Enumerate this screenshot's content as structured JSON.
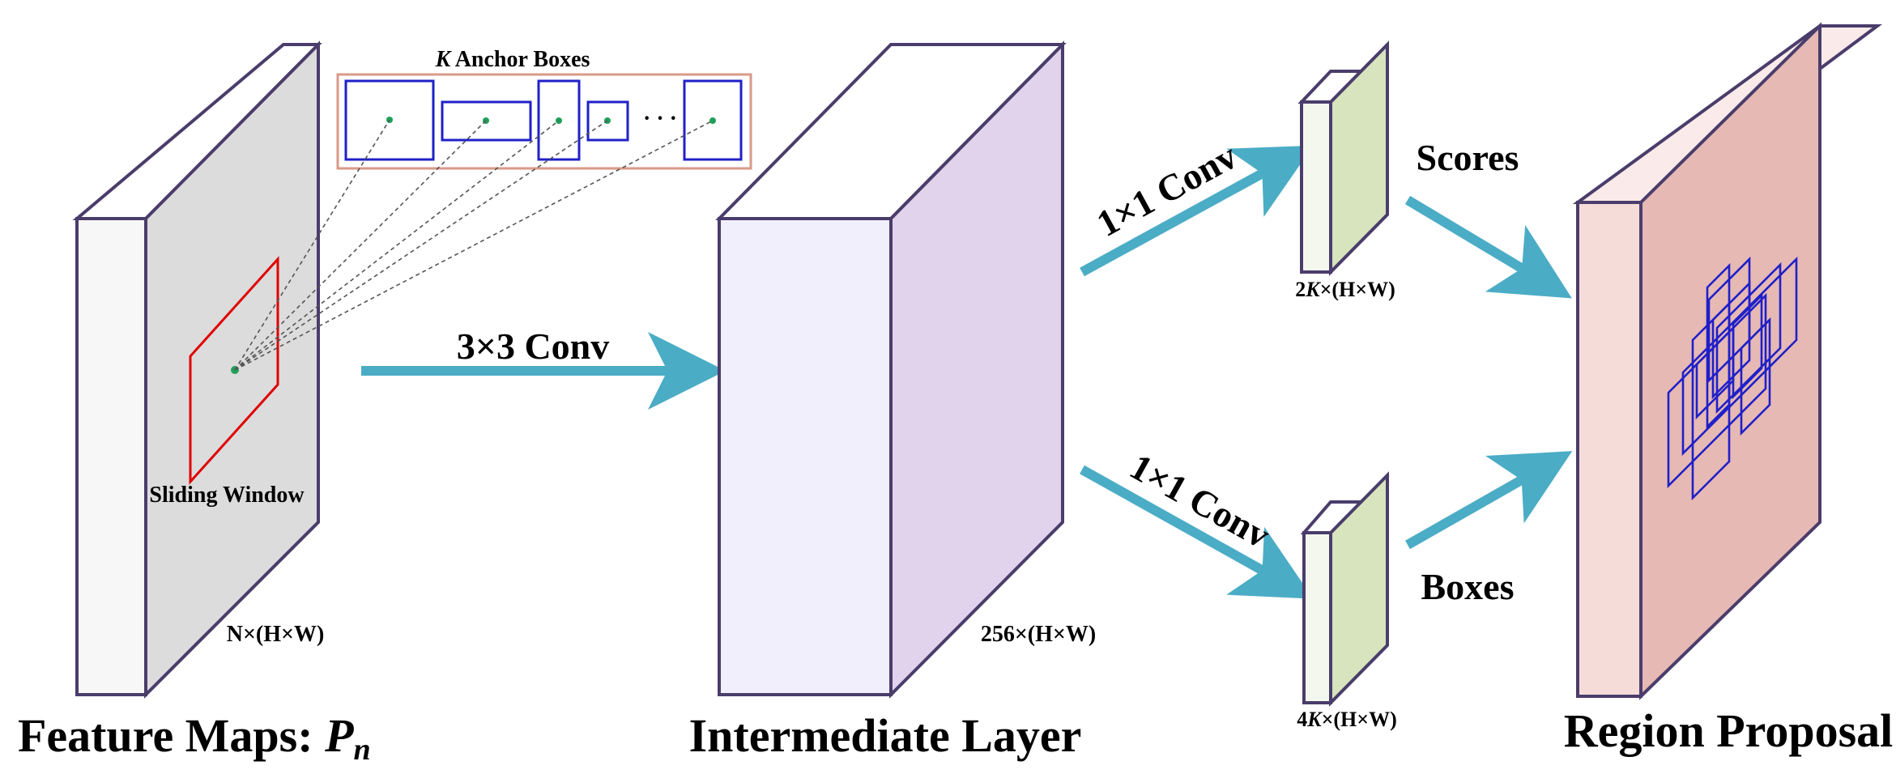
{
  "feature_maps": {
    "title": "Feature Maps: ",
    "title_var": "P",
    "title_sub": "n",
    "dims": "N×(H×W)",
    "window_label": "Sliding Window"
  },
  "anchors": {
    "title_var": "K",
    "title_rest": " Anchor Boxes",
    "ellipsis": "· · ·"
  },
  "conv3": {
    "label": "3×3 Conv"
  },
  "intermediate": {
    "title": "Intermediate Layer",
    "dims": "256×(H×W)"
  },
  "cls_branch": {
    "conv_label": "1×1 Conv",
    "dims_prefix": "2",
    "dims_var": "K",
    "dims_rest": "×(H×W)",
    "output_label": "Scores"
  },
  "reg_branch": {
    "conv_label": "1×1 Conv",
    "dims_prefix": "4",
    "dims_var": "K",
    "dims_rest": "×(H×W)",
    "output_label": "Boxes"
  },
  "region": {
    "title": "Region Proposal"
  },
  "colors": {
    "arrow": "#4bacc6",
    "outline": "#4a3d6b",
    "feature_front": "#f7f7f7",
    "feature_side": "#dcdcdc",
    "intermediate_front": "#f1effb",
    "intermediate_side": "#e1d3ec",
    "head_front": "#f4f7ee",
    "head_side": "#d7e4bd",
    "region_front": "#f5dcd8",
    "region_side": "#e6b9b4",
    "anchor_box": "#2020c8",
    "window": "#e00000",
    "anchor_dot": "#1fa05a"
  }
}
